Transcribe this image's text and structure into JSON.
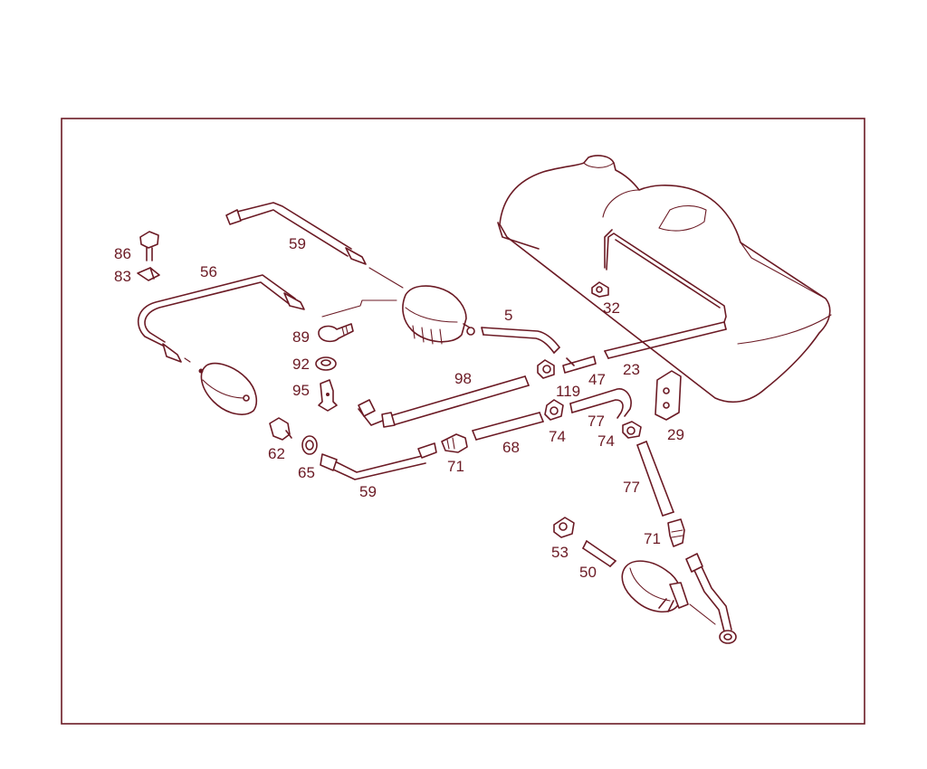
{
  "labels": {
    "l59a": "59",
    "l86": "86",
    "l83": "83",
    "l56": "56",
    "l89": "89",
    "l92": "92",
    "l95": "95",
    "l62": "62",
    "l65": "65",
    "l59b": "59",
    "l98": "98",
    "l5": "5",
    "l32": "32",
    "l47": "47",
    "l23": "23",
    "l119": "119",
    "l77a": "77",
    "l74a": "74",
    "l74b": "74",
    "l29": "29",
    "l68": "68",
    "l71a": "71",
    "l77b": "77",
    "l71b": "71",
    "l53": "53",
    "l50": "50"
  },
  "colors": {
    "line": "#6b1a24",
    "background": "#ffffff"
  }
}
